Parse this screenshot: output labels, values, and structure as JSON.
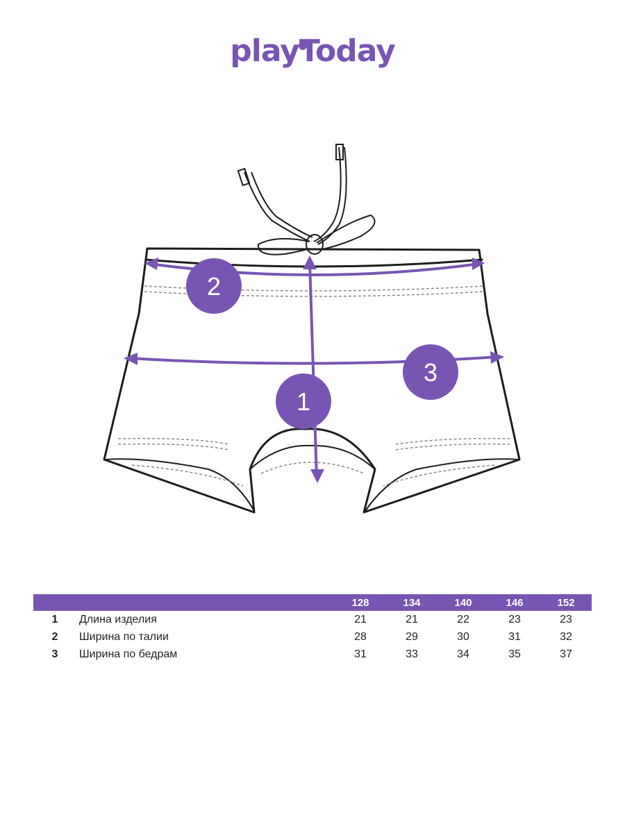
{
  "brand": {
    "logo_text": "playToday",
    "color": "#7855b3"
  },
  "diagram": {
    "markers": [
      {
        "id": "1",
        "label": "1"
      },
      {
        "id": "2",
        "label": "2"
      },
      {
        "id": "3",
        "label": "3"
      }
    ]
  },
  "size_table": {
    "sizes": [
      "128",
      "134",
      "140",
      "146",
      "152"
    ],
    "rows": [
      {
        "num": "1",
        "label": "Длина изделия",
        "values": [
          "21",
          "21",
          "22",
          "23",
          "23"
        ]
      },
      {
        "num": "2",
        "label": "Ширина по талии",
        "values": [
          "28",
          "29",
          "30",
          "31",
          "32"
        ]
      },
      {
        "num": "3",
        "label": "Ширина по бедрам",
        "values": [
          "31",
          "33",
          "34",
          "35",
          "37"
        ]
      }
    ]
  }
}
